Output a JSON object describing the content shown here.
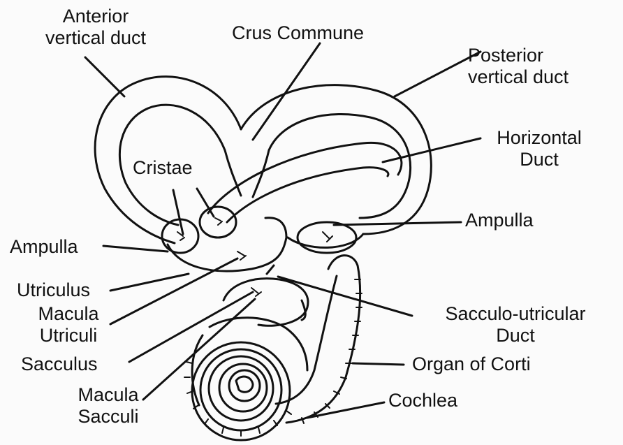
{
  "labels": {
    "anterior_vertical_duct": "Anterior\nvertical duct",
    "crus_commune": "Crus Commune",
    "posterior_vertical_duct": "Posterior\nvertical duct",
    "horizontal_duct": "Horizontal\nDuct",
    "cristae": "Cristae",
    "ampulla_right": "Ampulla",
    "ampulla_left": "Ampulla",
    "utriculus": "Utriculus",
    "macula_utriculi": "Macula\nUtriculi",
    "sacculus": "Sacculus",
    "sacculo_utricular_duct": "Sacculo-utricular\nDuct",
    "organ_of_corti": "Organ of Corti",
    "macula_sacculi": "Macula\nSacculi",
    "cochlea": "Cochlea"
  }
}
